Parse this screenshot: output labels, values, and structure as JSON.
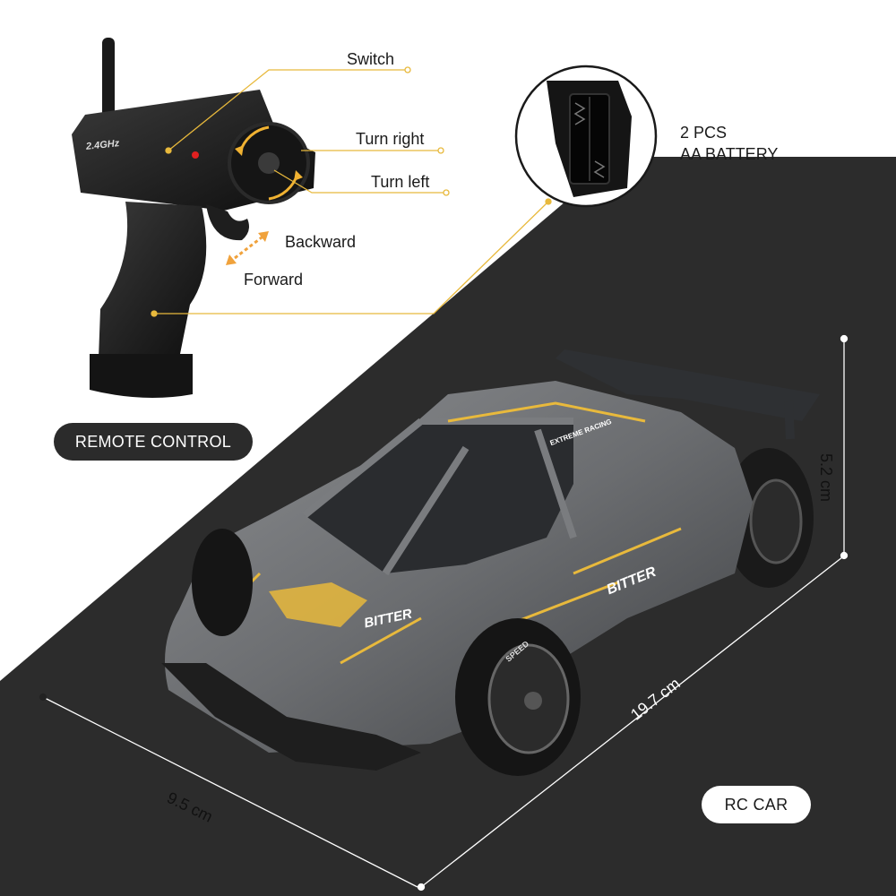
{
  "remote": {
    "badge_text": "2.4GHz",
    "callouts": {
      "switch": "Switch",
      "turn_right": "Turn right",
      "turn_left": "Turn left",
      "backward": "Backward",
      "forward": "Forward"
    },
    "label": "REMOTE CONTROL"
  },
  "battery": {
    "line1": "2 PCS",
    "line2": "AA BATTERY"
  },
  "car": {
    "label": "RC CAR",
    "decals": [
      "BITTER",
      "EXTREME RACING",
      "SPEED"
    ],
    "dimensions": {
      "height": "5.2 cm",
      "length": "19.7 cm",
      "width": "9.5 cm"
    }
  },
  "colors": {
    "accent": "#e8b93c",
    "floor": "#2c2c2c",
    "car_body": "#6b6d70",
    "remote_body": "#1c1c1c",
    "pill_dark": "#2b2b2b"
  }
}
